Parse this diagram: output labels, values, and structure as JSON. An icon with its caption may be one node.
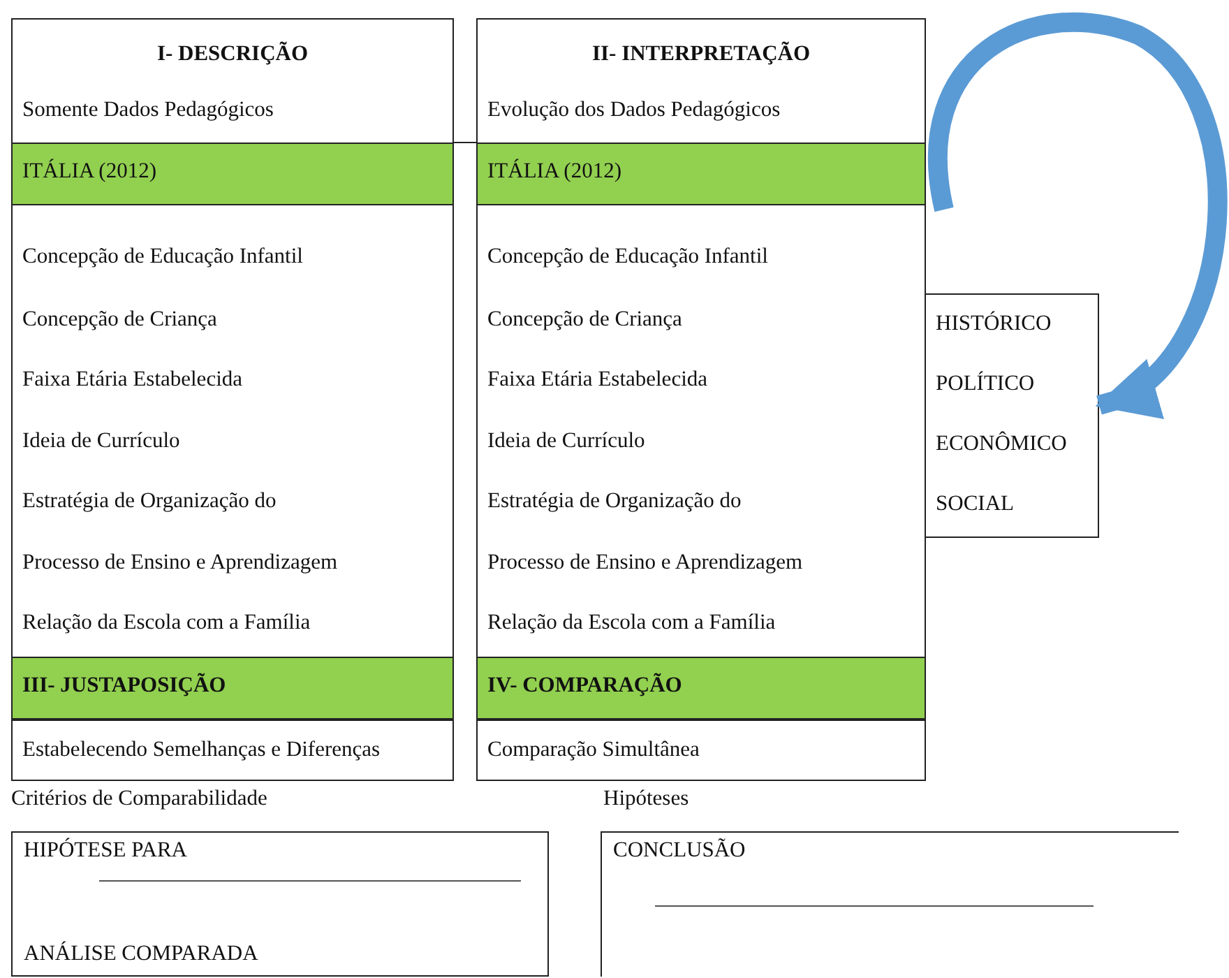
{
  "diagram": {
    "nodes": [
      {
        "text": [
          "I- DESCRIÇÃO",
          "Somente Dados Pedagógicos"
        ]
      },
      {
        "text": [
          "ITÁLIA (2012)"
        ],
        "in": 0
      },
      {
        "text": [
          "Concepção de Educação Infantil",
          "Concepção de Criança",
          "Faixa Etária Estabelecida",
          "Ideia de Currículo",
          "Estratégia de Organização do Processo de Ensino e Aprendizagem",
          "Relação da Escola com a Família"
        ],
        "in": 0
      },
      {
        "text": [
          "III- JUSTAPOSIÇÃO"
        ],
        "in": 0
      },
      {
        "text": [
          "Estabelecendo Semelhanças e Diferenças"
        ],
        "in": 0
      },
      {
        "text": [
          "II- INTERPRETAÇÃO",
          "Evolução dos Dados Pedagógicos"
        ]
      },
      {
        "text": [
          "ITÁLIA (2012)"
        ],
        "in": 5
      },
      {
        "text": [
          "Concepção de Educação Infantil",
          "Concepção de Criança",
          "Faixa Etária Estabelecida",
          "Ideia de Currículo",
          "Estratégia de Organização do Processo de Ensino e Aprendizagem",
          "Relação da Escola com a Família"
        ],
        "in": 5
      },
      {
        "text": [
          "IV- COMPARAÇÃO"
        ],
        "in": 5
      },
      {
        "text": [
          "Comparação Simultânea"
        ],
        "in": 5
      },
      {
        "text": [
          "HISTÓRICO",
          "POLÍTICO",
          "ECONÔMICO",
          "SOCIAL"
        ]
      },
      {
        "text": [
          "HIPÓTESE PARA",
          "ANÁLISE COMPARADA"
        ]
      },
      {
        "text": [
          "CONCLUSÃO"
        ]
      }
    ],
    "edges": [
      {
        "from": null,
        "to": 10,
        "arrow": "to",
        "style": "thick",
        "color": "#5b9bd5"
      },
      {
        "from": 1,
        "to": 6,
        "arrow": "none",
        "color": "#222222"
      }
    ],
    "labels": [
      "Critérios de Comparabilidade",
      "Hipóteses"
    ]
  }
}
